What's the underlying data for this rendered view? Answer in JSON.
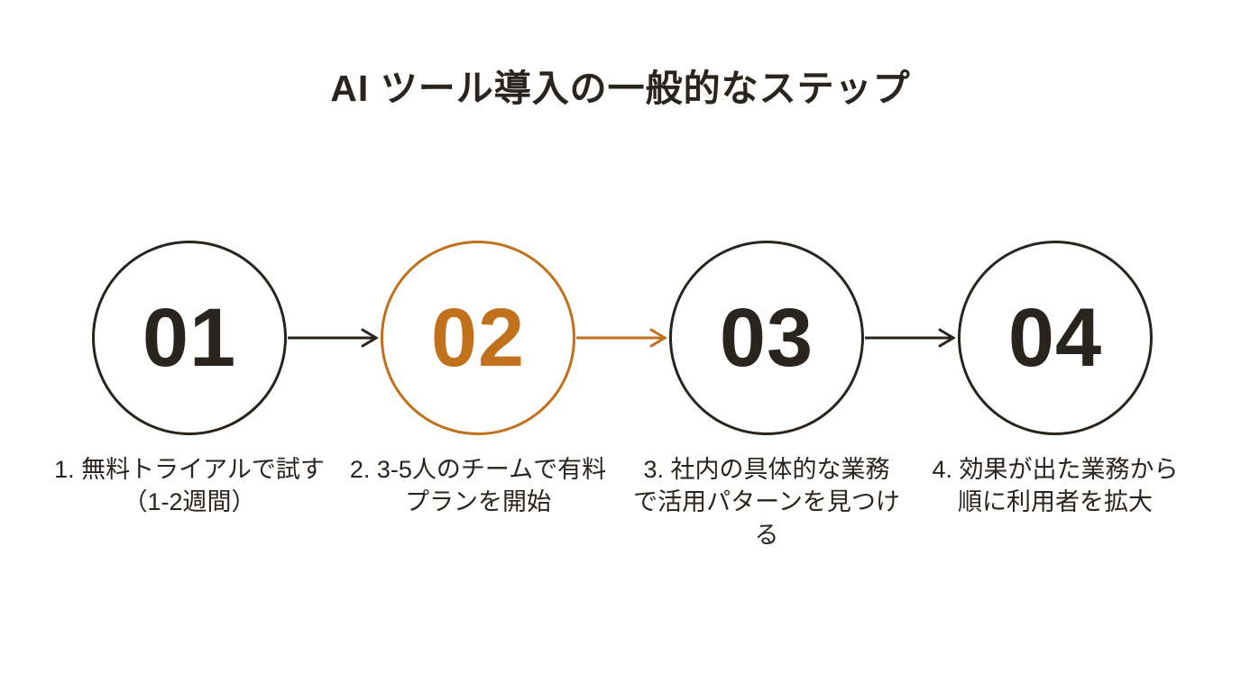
{
  "title": "AI ツール導入の一般的なステップ",
  "colors": {
    "background": "#ffffff",
    "dark": "#2a241f",
    "accent": "#c1701c"
  },
  "steps": [
    {
      "number": "01",
      "label": "1. 無料トライアルで試す（1-2週間）",
      "highlighted": false
    },
    {
      "number": "02",
      "label": "2. 3-5人のチームで有料プランを開始",
      "highlighted": true
    },
    {
      "number": "03",
      "label": "3. 社内の具体的な業務で活用パターンを見つける",
      "highlighted": false
    },
    {
      "number": "04",
      "label": "4. 効果が出た業務から順に利用者を拡大",
      "highlighted": false
    }
  ],
  "arrows": [
    {
      "from": "01",
      "to": "02",
      "color": "dark"
    },
    {
      "from": "02",
      "to": "03",
      "color": "accent"
    },
    {
      "from": "03",
      "to": "04",
      "color": "dark"
    }
  ]
}
